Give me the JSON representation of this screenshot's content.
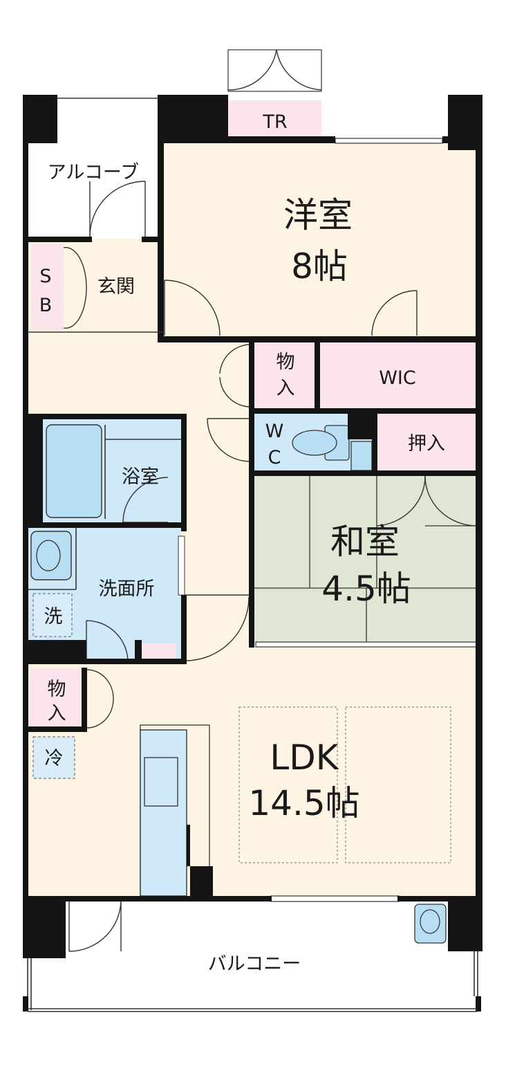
{
  "rooms": {
    "western": {
      "name": "洋室",
      "size": "8帖"
    },
    "japanese": {
      "name": "和室",
      "size": "4.5帖"
    },
    "ldk": {
      "name": "LDK",
      "size": "14.5帖"
    },
    "alcove": "アルコーブ",
    "tr": "TR",
    "sb_top": "S",
    "sb_bottom": "B",
    "entrance": "玄関",
    "storage_top": "物",
    "storage_bottom": "入",
    "wic": "WIC",
    "wc_top": "W",
    "wc_bottom": "C",
    "closet": "押入",
    "bath": "浴室",
    "washroom": "洗面所",
    "washer": "洗",
    "storage2_top": "物",
    "storage2_bottom": "入",
    "fridge": "冷",
    "balcony": "バルコニー"
  },
  "colors": {
    "wall": "#141414",
    "floor": "#fdf4e3",
    "storage": "#fbe4ec",
    "wet": "#cfe9f8",
    "tatami": "#dfe6d3"
  }
}
